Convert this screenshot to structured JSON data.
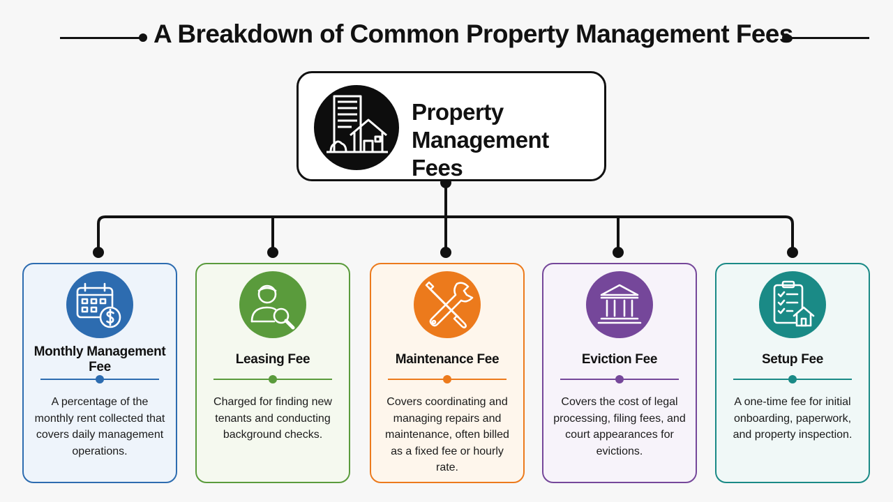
{
  "title": "A Breakdown of Common Property Management Fees",
  "root": {
    "label": "Property Management Fees",
    "icon": "building-house-icon"
  },
  "fees": [
    {
      "title": "Monthly Management Fee",
      "description": "A percentage of the monthly rent collected that covers daily management operations.",
      "icon": "calendar-dollar-icon",
      "color": "#2d6cb0",
      "bg": "#eef4fb"
    },
    {
      "title": "Leasing Fee",
      "description": "Charged for finding new tenants and conducting background checks.",
      "icon": "person-search-icon",
      "color": "#5a9b3c",
      "bg": "#f5f9ef"
    },
    {
      "title": "Maintenance Fee",
      "description": "Covers coordinating and managing repairs and maintenance, often billed as a fixed fee or hourly rate.",
      "icon": "wrench-screwdriver-icon",
      "color": "#ec7a1c",
      "bg": "#fef6ec"
    },
    {
      "title": "Eviction Fee",
      "description": "Covers the cost of legal processing, filing fees, and court appearances for evictions.",
      "icon": "courthouse-icon",
      "color": "#75479a",
      "bg": "#f7f3fa"
    },
    {
      "title": "Setup Fee",
      "description": "A one-time fee for initial onboarding, paperwork, and property inspection.",
      "icon": "checklist-house-icon",
      "color": "#1a8a86",
      "bg": "#f0f8f7"
    }
  ]
}
